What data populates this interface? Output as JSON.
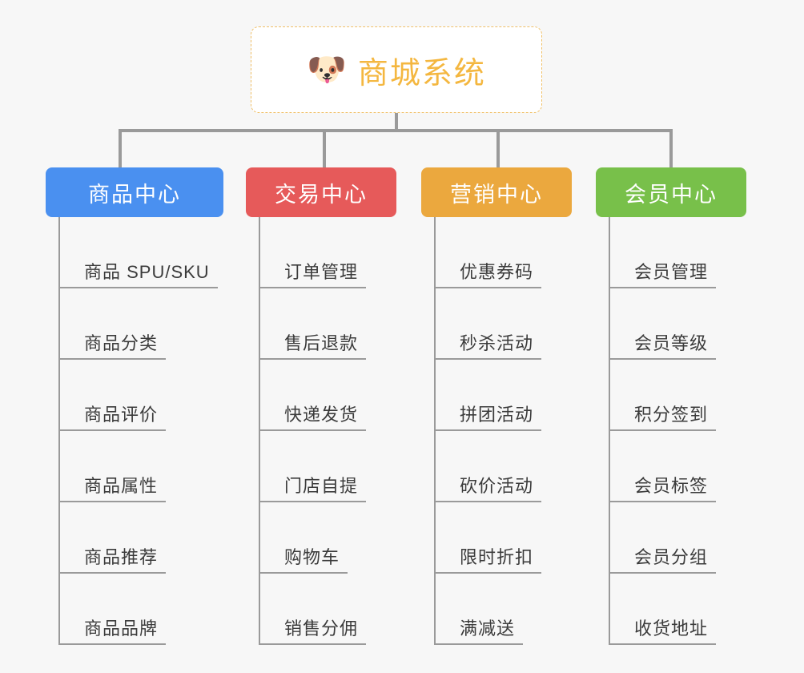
{
  "diagram": {
    "type": "mind-map",
    "background_color": "#f7f7f7",
    "root": {
      "title": "商城系统",
      "emoji": "🐶",
      "emoji_name": "shiba-dog-face",
      "text_color": "#f4b740",
      "border_color": "#f0c068",
      "background_color": "#ffffff"
    },
    "categories": [
      {
        "label": "商品中心",
        "color": "#4a90f0",
        "color_name": "blue",
        "items": [
          "商品 SPU/SKU",
          "商品分类",
          "商品评价",
          "商品属性",
          "商品推荐",
          "商品品牌"
        ]
      },
      {
        "label": "交易中心",
        "color": "#e65a5a",
        "color_name": "red",
        "items": [
          "订单管理",
          "售后退款",
          "快递发货",
          "门店自提",
          "购物车",
          "销售分佣"
        ]
      },
      {
        "label": "营销中心",
        "color": "#eba83e",
        "color_name": "orange",
        "items": [
          "优惠券码",
          "秒杀活动",
          "拼团活动",
          "砍价活动",
          "限时折扣",
          "满减送"
        ]
      },
      {
        "label": "会员中心",
        "color": "#78c04a",
        "color_name": "green",
        "items": [
          "会员管理",
          "会员等级",
          "积分签到",
          "会员标签",
          "会员分组",
          "收货地址"
        ]
      }
    ]
  }
}
